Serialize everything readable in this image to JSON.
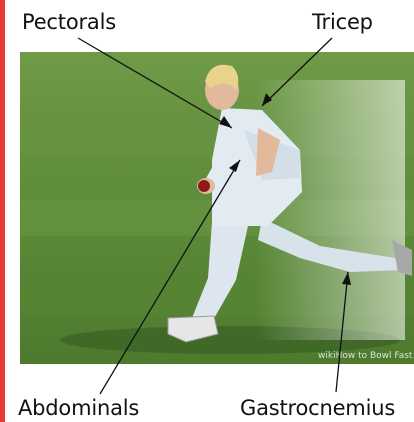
{
  "labels": {
    "pectorals": "Pectorals",
    "tricep": "Tricep",
    "abdominals": "Abdominals",
    "gastrocnemius": "Gastrocnemius"
  },
  "watermark": "wikiHow to Bowl Fast in",
  "colors": {
    "border": "#e53935",
    "grass": "#5d8a3a",
    "uniform": "#dde6ee",
    "ball": "#8b1a1a",
    "leader": "#111111"
  }
}
